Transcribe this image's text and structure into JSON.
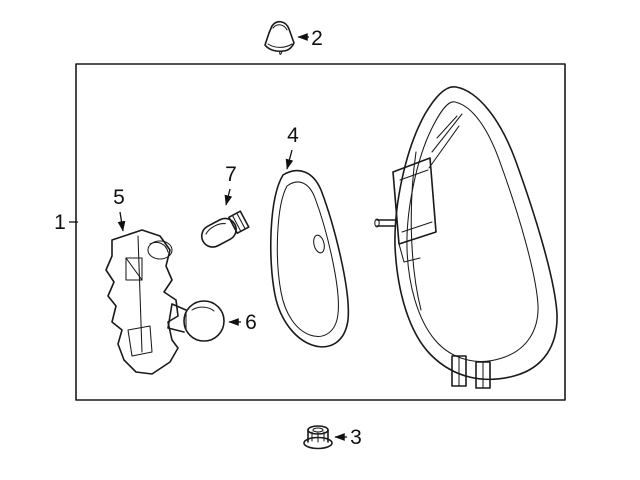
{
  "diagram": {
    "title": "tail-lamp-exploded-parts-diagram",
    "callouts": {
      "c1": "1",
      "c2": "2",
      "c3": "3",
      "c4": "4",
      "c5": "5",
      "c6": "6",
      "c7": "7"
    },
    "colors": {
      "line": "#1a1a1a",
      "background": "#ffffff"
    }
  }
}
